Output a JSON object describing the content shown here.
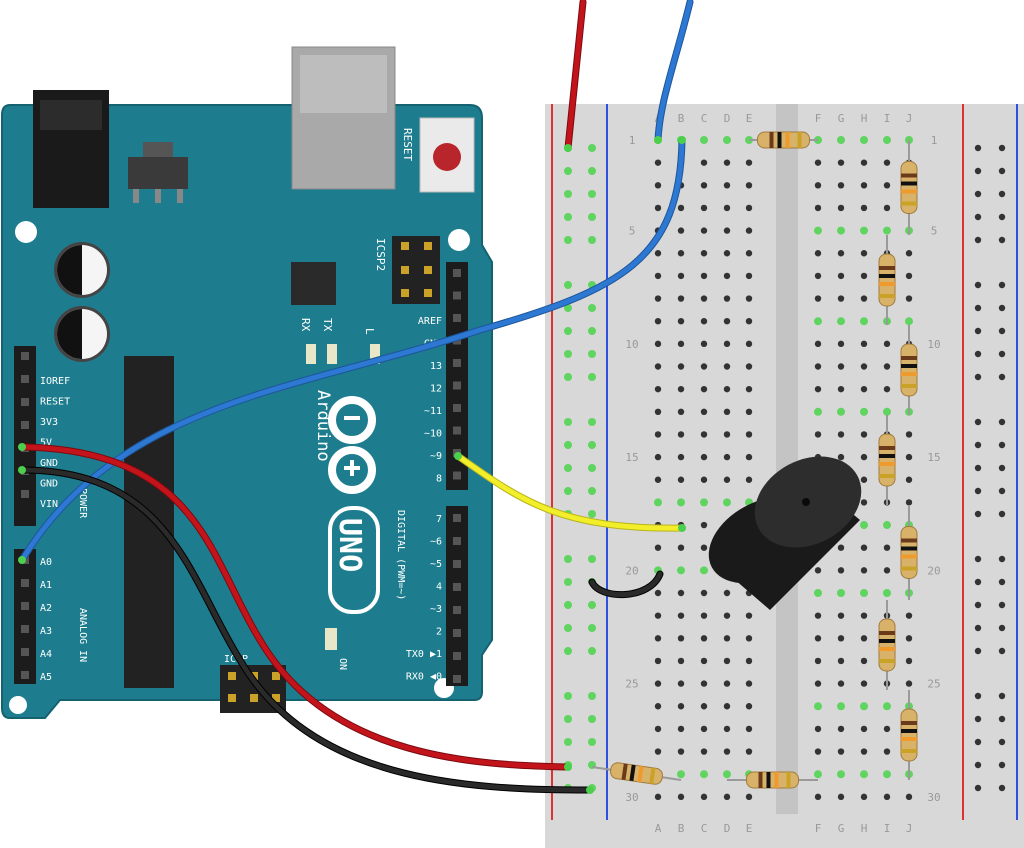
{
  "arduino": {
    "brand": "Arduino",
    "model": "UNO",
    "reset_label": "RESET",
    "icsp2_label": "ICSP2",
    "icsp_label": "ICSP",
    "tx_label": "TX",
    "rx_label": "RX",
    "l_label": "L",
    "on_label": "ON",
    "digital_label": "DIGITAL (PWM=~)",
    "power_label": "POWER",
    "analog_label": "ANALOG IN",
    "left_pins": [
      "IOREF",
      "RESET",
      "3V3",
      "5V",
      "GND",
      "GND",
      "VIN"
    ],
    "analog_pins": [
      "A0",
      "A1",
      "A2",
      "A3",
      "A4",
      "A5"
    ],
    "right_pins_top": [
      "AREF",
      "GND",
      "13",
      "12",
      "~11",
      "~10",
      "~9",
      "8"
    ],
    "right_pins_bottom": [
      "7",
      "~6",
      "~5",
      "4",
      "~3",
      "2",
      "TX0 ▶1",
      "RX0 ◀0"
    ]
  },
  "breadboard": {
    "column_labels": [
      "A",
      "B",
      "C",
      "D",
      "E",
      "F",
      "G",
      "H",
      "I",
      "J"
    ],
    "row_numbers": [
      "1",
      "5",
      "10",
      "15",
      "20",
      "25",
      "30"
    ]
  },
  "colors": {
    "board": "#1d7d8e",
    "wire_red": "#c4141b",
    "wire_blue": "#2d78d2",
    "wire_black": "#1a1a1a",
    "wire_yellow": "#f2ee2a",
    "breadboard": "#d8d8d8",
    "rail_red": "#e03030",
    "rail_blue": "#3050e0",
    "active_hole": "#5fd45f"
  },
  "components": {
    "buzzer": "piezo-buzzer",
    "resistor_count": 10
  }
}
